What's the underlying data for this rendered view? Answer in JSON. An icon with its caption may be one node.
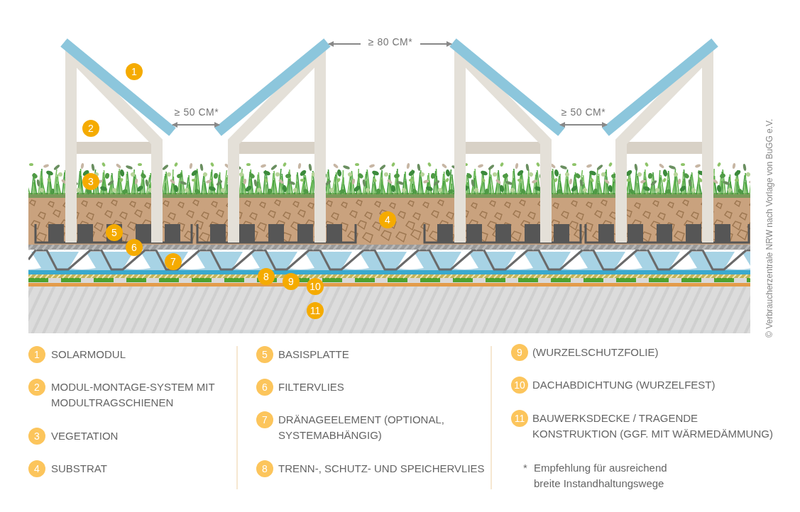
{
  "diagram": {
    "labels": [
      "≥ 80 CM*",
      "1",
      "≥ 50 CM*",
      "2",
      "≥ 50 CM*",
      "3",
      "4",
      "5",
      "6",
      "7",
      "8",
      "9",
      "10",
      "11",
      "© Verbraucherzentrale NRW nach Vorlage von BuGG e.V.",
      "1",
      "SOLARMODUL",
      "2",
      "MODUL-MONTAGE-SYSTEM MIT MODULTRAGSCHIENEN",
      "3",
      "VEGETATION",
      "4",
      "SUBSTRAT",
      "5",
      "BASISPLATTE",
      "6",
      "FILTERVLIES",
      "7",
      "DRÄNAGEELEMENT (OPTIONAL, SYSTEMABHÄNGIG)",
      "8",
      "TRENN-, SCHUTZ- UND SPEICHERVLIES",
      "9",
      "(WURZELSCHUTZFOLIE)",
      "10",
      "DACHABDICHTUNG (WURZELFEST)",
      "11",
      "BAUWERKSDECKE / TRAGENDE KONSTRUKTION (GGF. MIT WÄRMEDÄMMUNG)",
      "*",
      "Empfehlung für ausreichend breite Instandhaltungswege"
    ]
  }
}
